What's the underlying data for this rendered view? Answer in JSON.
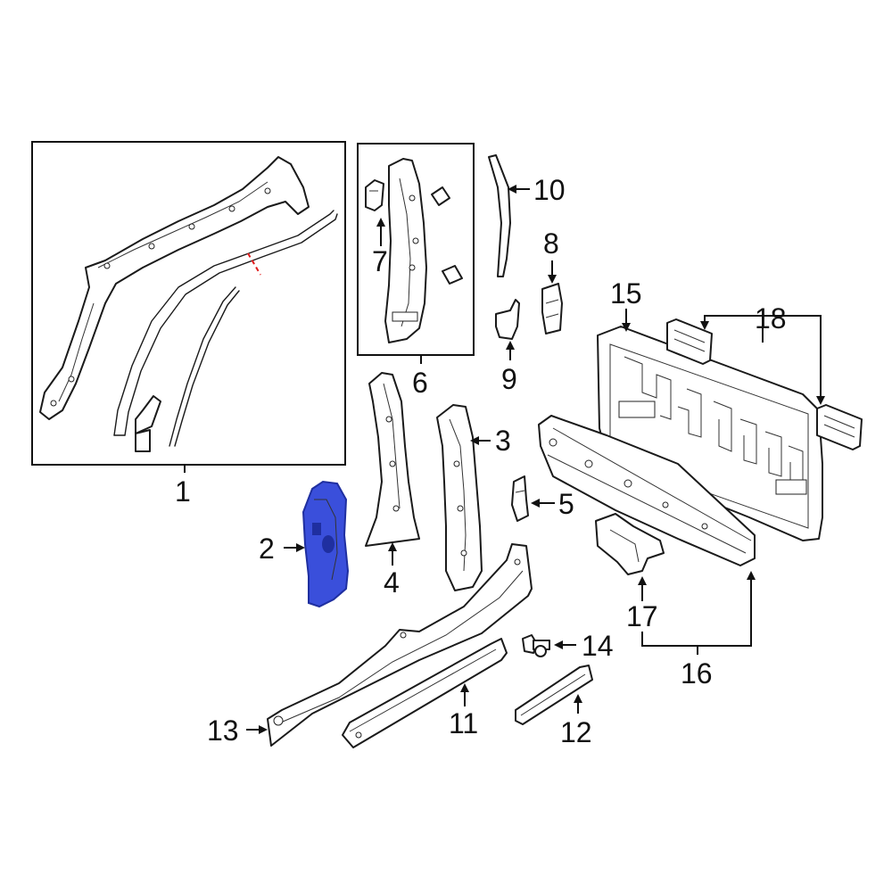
{
  "colors": {
    "highlight": "#3a4fdb",
    "highlight_dark": "#1f2fa0",
    "line": "#1a1a1a",
    "cut_mark": "#e01b1b",
    "background": "#ffffff"
  },
  "callouts": {
    "c1": "1",
    "c2": "2",
    "c3": "3",
    "c4": "4",
    "c5": "5",
    "c6": "6",
    "c7": "7",
    "c8": "8",
    "c9": "9",
    "c10": "10",
    "c11": "11",
    "c12": "12",
    "c13": "13",
    "c14": "14",
    "c15": "15",
    "c16": "16",
    "c17": "17",
    "c18": "18"
  },
  "highlighted_part": "2"
}
